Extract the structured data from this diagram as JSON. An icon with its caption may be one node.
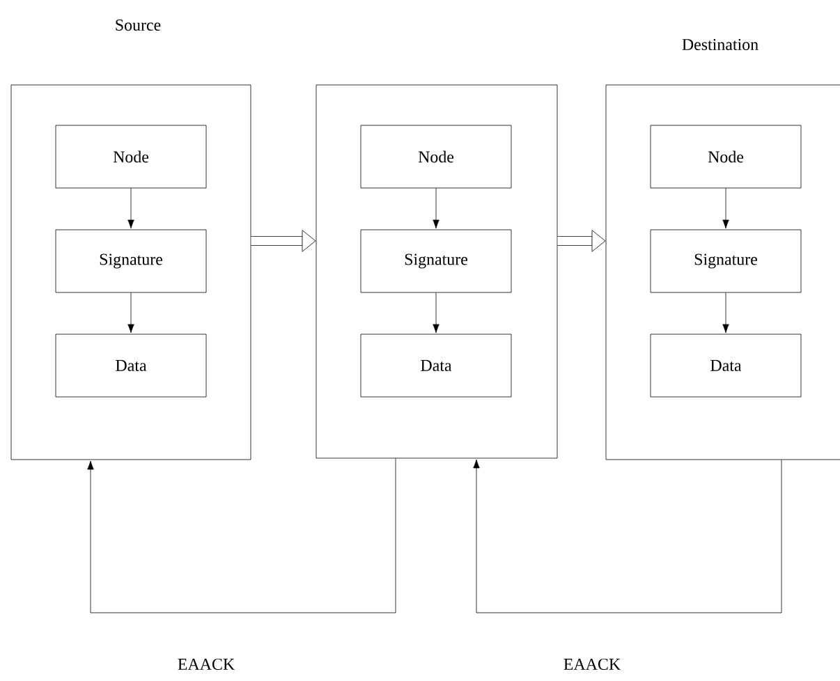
{
  "diagram": {
    "nodes": [
      {
        "text": [
          "Source"
        ]
      },
      {
        "text": [
          "Node"
        ],
        "in": 0
      },
      {
        "text": [
          "Signature"
        ],
        "in": 0
      },
      {
        "text": [
          "Data"
        ],
        "in": 0
      },
      {
        "text": [],
        "shape": "box"
      },
      {
        "text": [
          "Node"
        ],
        "in": 4
      },
      {
        "text": [
          "Signature"
        ],
        "in": 4
      },
      {
        "text": [
          "Data"
        ],
        "in": 4
      },
      {
        "text": [
          "Destination"
        ]
      },
      {
        "text": [
          "Node"
        ],
        "in": 8
      },
      {
        "text": [
          "Signature"
        ],
        "in": 8
      },
      {
        "text": [
          "Data"
        ],
        "in": 8
      }
    ],
    "edges": [
      {
        "from": 1,
        "to": 2,
        "arrow": "to"
      },
      {
        "from": 2,
        "to": 3,
        "arrow": "to"
      },
      {
        "from": 5,
        "to": 6,
        "arrow": "to"
      },
      {
        "from": 6,
        "to": 7,
        "arrow": "to"
      },
      {
        "from": 9,
        "to": 10,
        "arrow": "to"
      },
      {
        "from": 10,
        "to": 11,
        "arrow": "to"
      },
      {
        "from": 0,
        "to": 4,
        "arrow": "to",
        "style": "thick"
      },
      {
        "from": 4,
        "to": 8,
        "arrow": "to",
        "style": "thick"
      },
      {
        "from": 4,
        "to": 0,
        "arrow": "to",
        "label": "EAACK"
      },
      {
        "from": 8,
        "to": 4,
        "arrow": "to",
        "label": "EAACK"
      }
    ]
  }
}
